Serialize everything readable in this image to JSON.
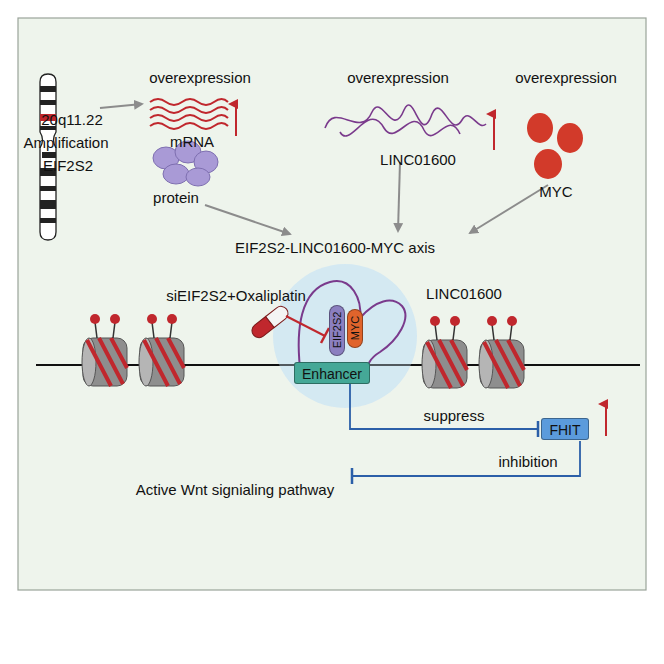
{
  "diagram": {
    "nodes": [
      {
        "text": [
          "EIF2S2"
        ]
      },
      {
        "text": [
          "MYC"
        ]
      },
      {
        "text": [
          "Enhancer"
        ]
      },
      {
        "text": [
          "FHIT"
        ]
      }
    ],
    "edges": [
      {
        "from": 2,
        "to": 3,
        "arrow": "to",
        "label": "suppress"
      }
    ],
    "labels": [
      "20q11.22",
      "Amplification",
      "EIF2S2",
      "overexpression",
      "mRNA",
      "protein",
      "overexpression",
      "LINC01600",
      "overexpression",
      "MYC",
      "EIF2S2-LINC01600-MYC axis",
      "siEIF2S2+Oxaliplatin",
      "LINC01600",
      "inhibition",
      "Active Wnt signialing pathway"
    ]
  }
}
